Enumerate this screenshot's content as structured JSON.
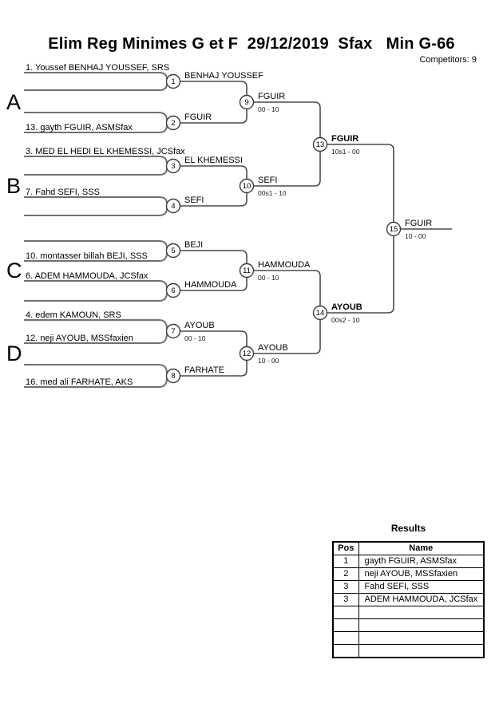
{
  "header": {
    "title": "Elim Reg Minimes G et F  29/12/2019  Sfax   Min G-66",
    "competitors_label": "Competitors: 9"
  },
  "bracket": {
    "sections": [
      {
        "letter": "A"
      },
      {
        "letter": "B"
      },
      {
        "letter": "C"
      },
      {
        "letter": "D"
      }
    ],
    "round1": [
      {
        "match": "1",
        "top": "1. Youssef BENHAJ YOUSSEF, SRS",
        "bottom": "",
        "winner": "BENHAJ YOUSSEF",
        "score": ""
      },
      {
        "match": "2",
        "top": "",
        "bottom": "13. gayth FGUIR, ASMSfax",
        "winner": "FGUIR",
        "score": ""
      },
      {
        "match": "3",
        "top": "3. MED EL HEDI EL KHEMESSI, JCSfax",
        "bottom": "",
        "winner": "EL KHEMESSI",
        "score": ""
      },
      {
        "match": "4",
        "top": "7. Fahd SEFI, SSS",
        "bottom": "",
        "winner": "SEFI",
        "score": ""
      },
      {
        "match": "5",
        "top": "",
        "bottom": "10. montasser billah BEJI, SSS",
        "winner": "BEJI",
        "score": ""
      },
      {
        "match": "6",
        "top": "6. ADEM HAMMOUDA, JCSfax",
        "bottom": "",
        "winner": "HAMMOUDA",
        "score": ""
      },
      {
        "match": "7",
        "top": "4. edem KAMOUN, SRS",
        "bottom": "12. neji AYOUB, MSSfaxien",
        "winner": "AYOUB",
        "score": "00 - 10"
      },
      {
        "match": "8",
        "top": "",
        "bottom": "16. med ali FARHATE, AKS",
        "winner": "FARHATE",
        "score": ""
      }
    ],
    "round2": [
      {
        "match": "9",
        "winner": "FGUIR",
        "score": "00 - 10"
      },
      {
        "match": "10",
        "winner": "SEFI",
        "score": "00s1 - 10"
      },
      {
        "match": "11",
        "winner": "HAMMOUDA",
        "score": "00 - 10"
      },
      {
        "match": "12",
        "winner": "AYOUB",
        "score": "10 - 00"
      }
    ],
    "semifinals": [
      {
        "match": "13",
        "winner": "FGUIR",
        "score": "10s1 - 00"
      },
      {
        "match": "14",
        "winner": "AYOUB",
        "score": "00s2 - 10"
      }
    ],
    "final": {
      "match": "15",
      "winner": "FGUIR",
      "score": "10 - 00"
    }
  },
  "results": {
    "title": "Results",
    "columns": [
      "Pos",
      "Name"
    ],
    "rows": [
      {
        "pos": "1",
        "name": "gayth FGUIR, ASMSfax"
      },
      {
        "pos": "2",
        "name": "neji AYOUB, MSSfaxien"
      },
      {
        "pos": "3",
        "name": "Fahd SEFI, SSS"
      },
      {
        "pos": "3",
        "name": "ADEM HAMMOUDA, JCSfax"
      },
      {
        "pos": "",
        "name": ""
      },
      {
        "pos": "",
        "name": ""
      },
      {
        "pos": "",
        "name": ""
      },
      {
        "pos": "",
        "name": ""
      }
    ]
  }
}
